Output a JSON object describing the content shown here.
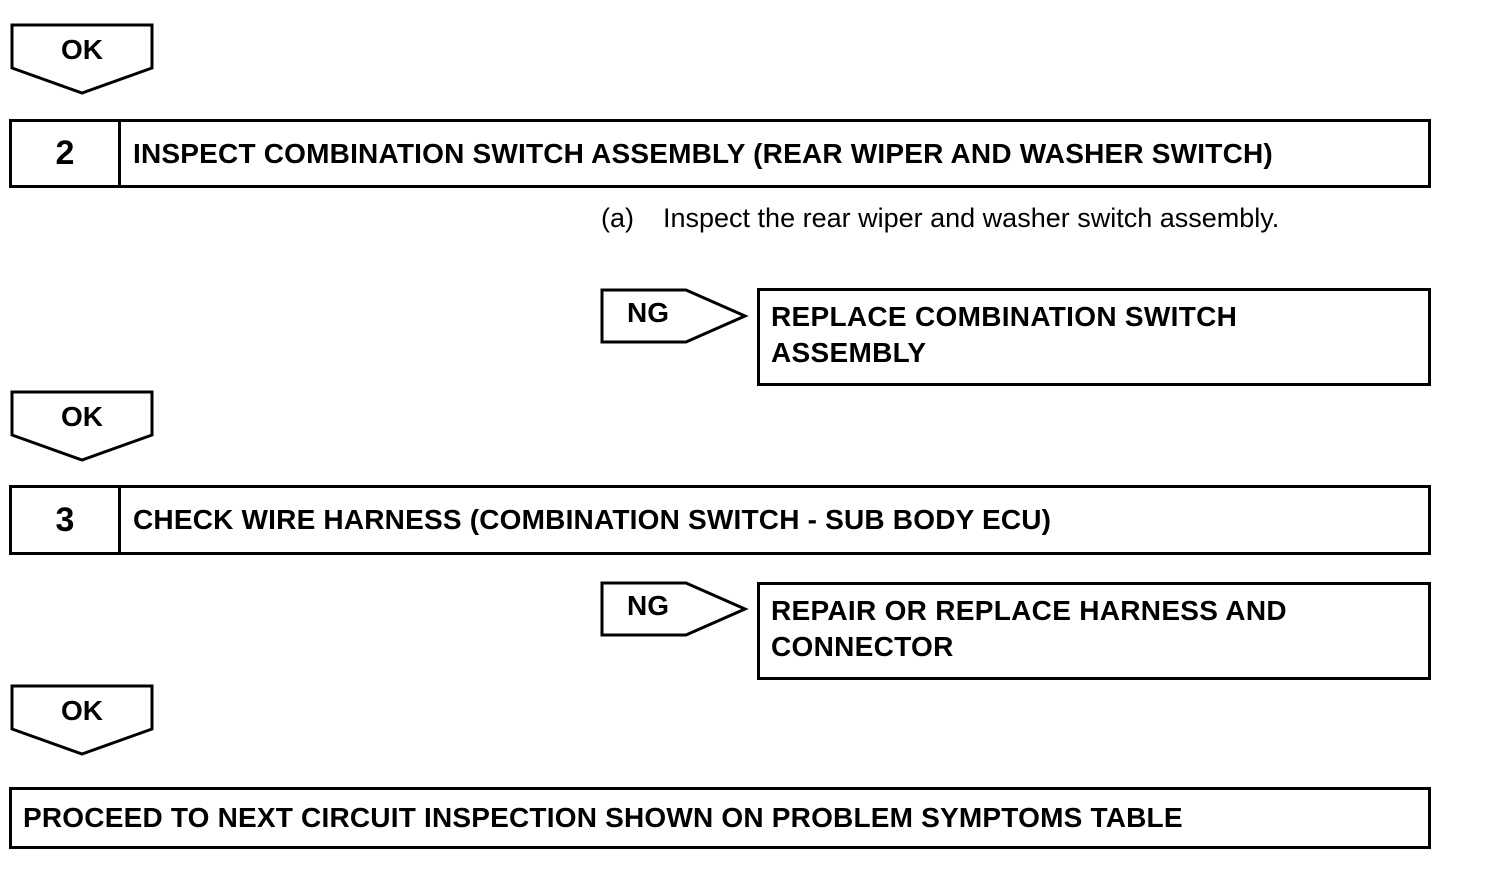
{
  "flow": {
    "ok_label": "OK",
    "ng_label": "NG",
    "steps": [
      {
        "number": "2",
        "title": "INSPECT COMBINATION SWITCH ASSEMBLY (REAR WIPER AND WASHER SWITCH)",
        "substep_mark": "(a)",
        "substep_text": "Inspect the rear wiper and washer switch assembly.",
        "ng_action_line1": "REPLACE COMBINATION SWITCH",
        "ng_action_line2": "ASSEMBLY"
      },
      {
        "number": "3",
        "title": "CHECK WIRE HARNESS (COMBINATION SWITCH - SUB BODY ECU)",
        "ng_action_line1": "REPAIR OR REPLACE HARNESS AND",
        "ng_action_line2": "CONNECTOR"
      }
    ],
    "final_action": "PROCEED TO NEXT CIRCUIT INSPECTION SHOWN ON PROBLEM SYMPTOMS TABLE"
  },
  "colors": {
    "stroke": "#000000",
    "background": "#ffffff"
  }
}
